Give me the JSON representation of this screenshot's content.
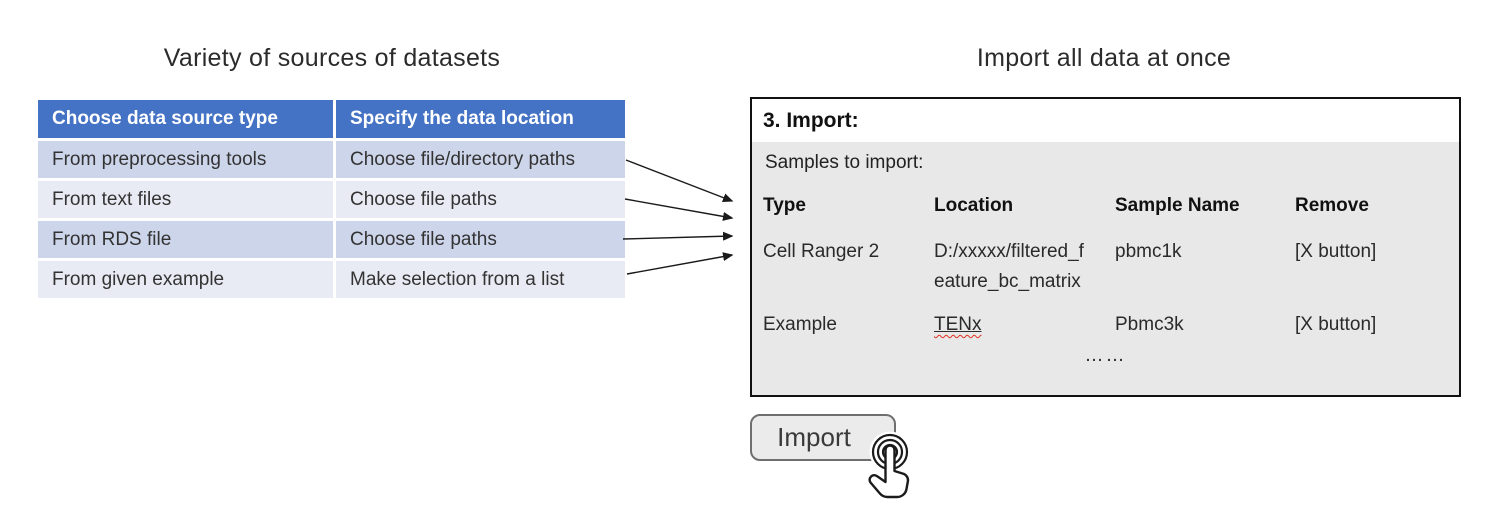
{
  "colors": {
    "header-blue": "#4472C4",
    "band-dark": "#CDD5EA",
    "band-light": "#E9EBF4",
    "panel-gray": "#E8E8E8",
    "wavy-red": "#E0301E",
    "ink": "#2E2E2E"
  },
  "left": {
    "title": "Variety of sources of datasets",
    "table": {
      "headers": [
        "Choose data source type",
        "Specify the data location"
      ],
      "rows": [
        [
          "From preprocessing tools",
          "Choose file/directory paths"
        ],
        [
          "From text files",
          "Choose file paths"
        ],
        [
          "From RDS file",
          "Choose file paths"
        ],
        [
          "From given example",
          "Make selection from a list"
        ]
      ]
    }
  },
  "right": {
    "title": "Import all data at once",
    "panel": {
      "heading": "3. Import:",
      "subheading": "Samples to import:",
      "columns": [
        "Type",
        "Location",
        "Sample Name",
        "Remove"
      ],
      "rows": [
        {
          "type": "Cell Ranger 2",
          "location": "D:/xxxxx/filtered_feature_bc_matrix",
          "sample": "pbmc1k",
          "remove": "[X button]"
        },
        {
          "type": "Example",
          "location": "TENx",
          "sample": "Pbmc3k",
          "remove": "[X button]"
        }
      ],
      "more_indicator": "……"
    },
    "button": "Import"
  }
}
